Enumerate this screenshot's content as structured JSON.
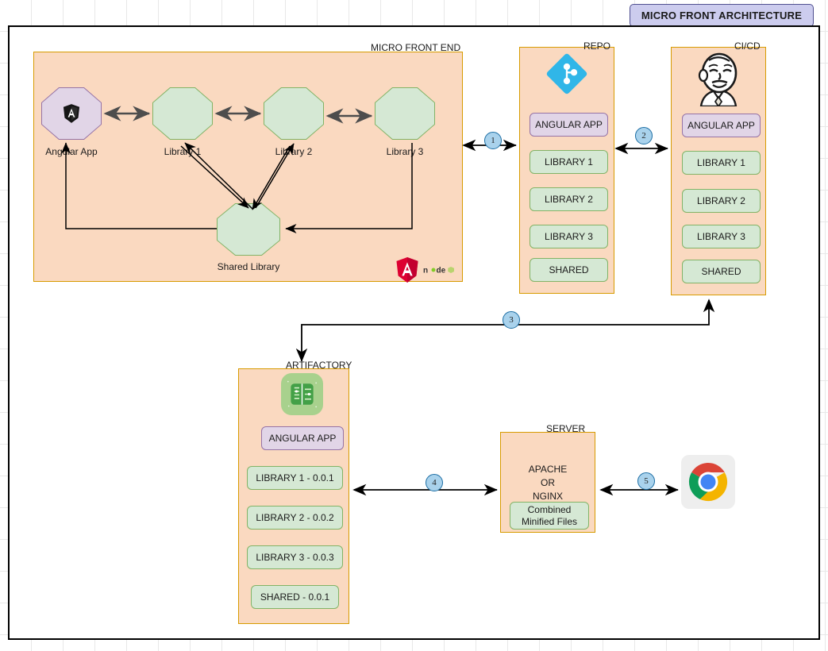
{
  "title_banner": {
    "label": "MICRO FRONT ARCHITECTURE"
  },
  "groups": {
    "micro_frontend": {
      "title": "MICRO FRONT END"
    },
    "repo": {
      "title": "REPO"
    },
    "cicd": {
      "title": "CI/CD"
    },
    "artifactory": {
      "title": "ARTIFACTORY"
    },
    "server": {
      "title": "SERVER"
    }
  },
  "micro_frontend": {
    "nodes": [
      {
        "label": "Angular App",
        "icon": "angular-shield-icon"
      },
      {
        "label": "Library 1",
        "icon": ""
      },
      {
        "label": "Library 2",
        "icon": ""
      },
      {
        "label": "Library 3",
        "icon": ""
      },
      {
        "label": "Shared Library",
        "icon": ""
      }
    ],
    "logos": [
      {
        "name": "angular-logo",
        "text": "A"
      },
      {
        "name": "nodejs-logo",
        "text": "node"
      }
    ]
  },
  "repo": {
    "icon": "git-icon",
    "items": [
      {
        "label": "ANGULAR APP",
        "style": "purple"
      },
      {
        "label": "LIBRARY 1",
        "style": "green"
      },
      {
        "label": "LIBRARY 2",
        "style": "green"
      },
      {
        "label": "LIBRARY 3",
        "style": "green"
      },
      {
        "label": "SHARED",
        "style": "green"
      }
    ]
  },
  "cicd": {
    "icon": "jenkins-butler-icon",
    "items": [
      {
        "label": "ANGULAR APP",
        "style": "purple"
      },
      {
        "label": "LIBRARY 1",
        "style": "green"
      },
      {
        "label": "LIBRARY 2",
        "style": "green"
      },
      {
        "label": "LIBRARY 3",
        "style": "green"
      },
      {
        "label": "SHARED",
        "style": "green"
      }
    ]
  },
  "artifactory": {
    "icon": "jfrog-artifactory-icon",
    "items": [
      {
        "label": "ANGULAR APP",
        "style": "purple"
      },
      {
        "label": "LIBRARY 1 - 0.0.1",
        "style": "green"
      },
      {
        "label": "LIBRARY 2 - 0.0.2",
        "style": "green"
      },
      {
        "label": "LIBRARY 3 - 0.0.3",
        "style": "green"
      },
      {
        "label": "SHARED - 0.0.1",
        "style": "green"
      }
    ]
  },
  "server": {
    "text": "APACHE\nOR\nNGINX",
    "chip": "Combined\nMinified Files"
  },
  "browser": {
    "icon": "chrome-icon"
  },
  "connectors": [
    {
      "number": "1"
    },
    {
      "number": "2"
    },
    {
      "number": "3"
    },
    {
      "number": "4"
    },
    {
      "number": "5"
    }
  ],
  "colors": {
    "group_fill": "#fad9c0",
    "group_stroke": "#d79b00",
    "green_fill": "#d5e8d4",
    "green_stroke": "#82b366",
    "purple_fill": "#e1d5e7",
    "purple_stroke": "#9673a6",
    "badge_fill": "#a9d2ec",
    "badge_stroke": "#1c6ea4",
    "banner_fill": "#ccccee"
  }
}
